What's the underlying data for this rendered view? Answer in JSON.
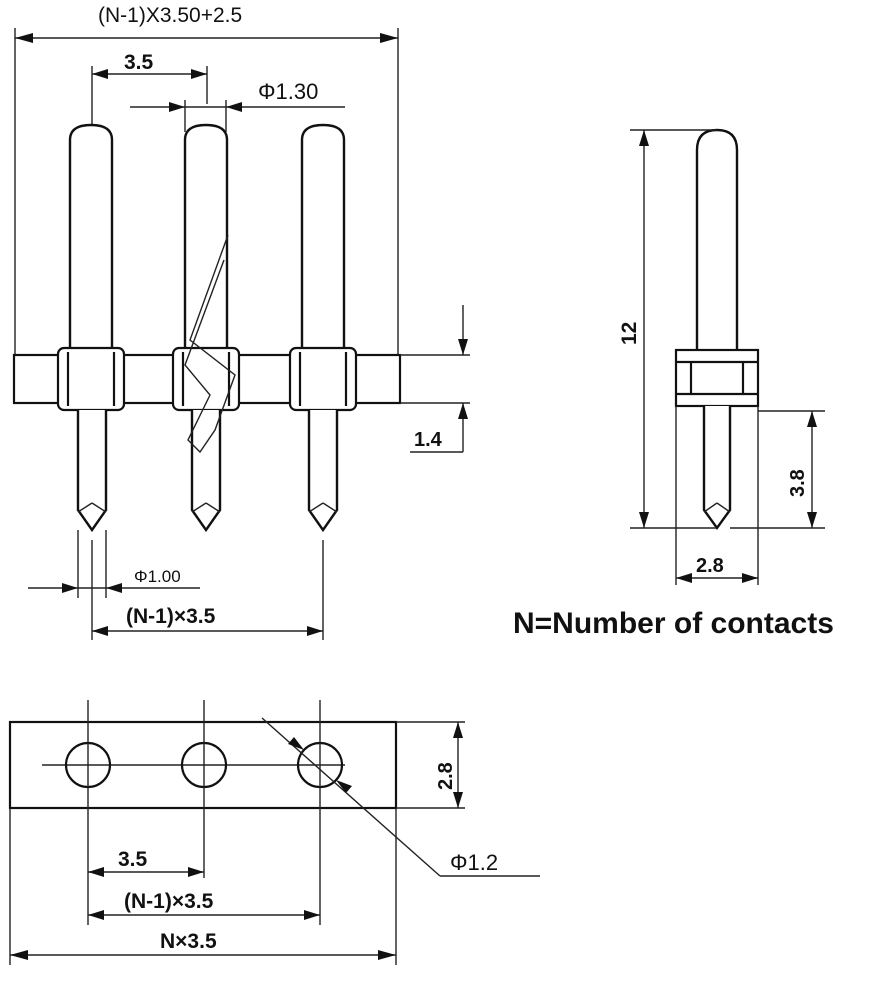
{
  "dimensions": {
    "overall_width": "(N-1)X3.50+2.5",
    "pitch_top": "3.5",
    "pin_diameter_top": "Φ1.30",
    "body_offset": "1.4",
    "pin_diameter_bottom": "Φ1.00",
    "span_front": "(N-1)×3.5",
    "pin_length": "12",
    "tail_length": "3.8",
    "side_width": "2.8",
    "bottom_height": "2.8",
    "hole_diameter": "Φ1.2",
    "pitch_bottom": "3.5",
    "span_bottom": "(N-1)×3.5",
    "total_width": "N×3.5"
  },
  "legend": {
    "note": "N=Number of contacts"
  }
}
